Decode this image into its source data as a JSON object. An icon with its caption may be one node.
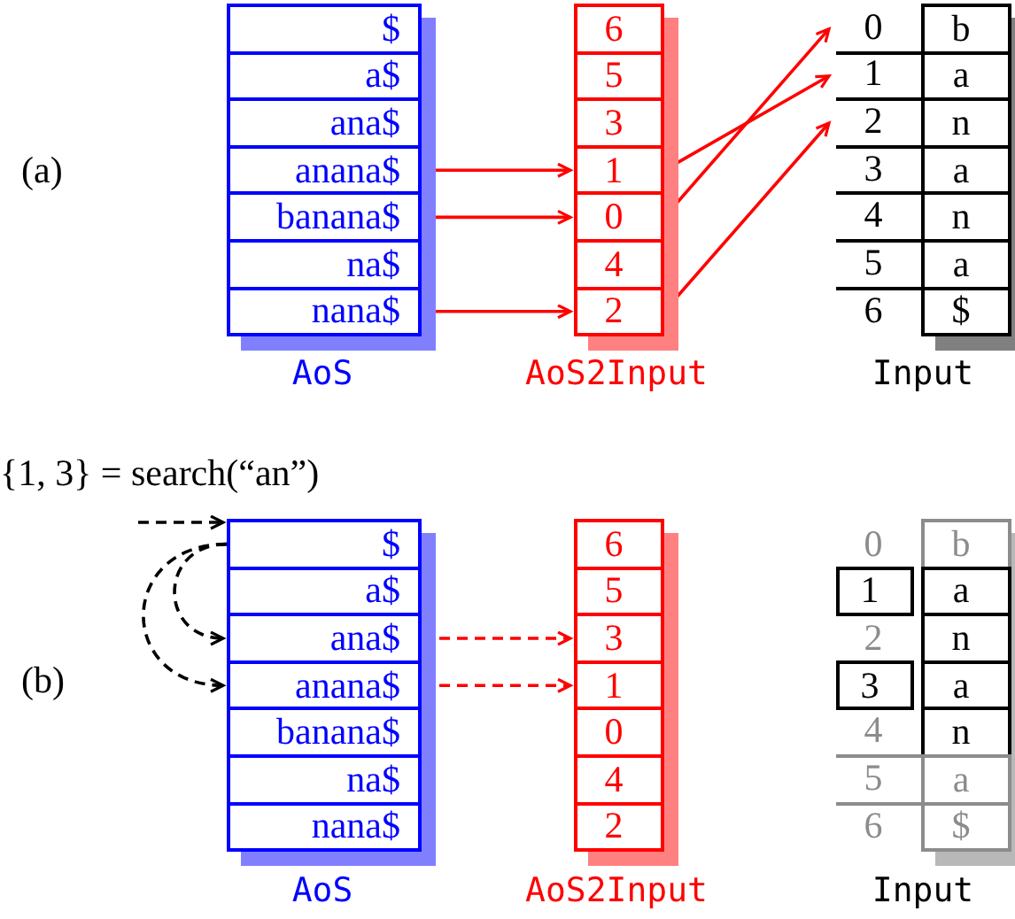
{
  "diagram": {
    "nodes": [
      {
        "text": [
          "$"
        ]
      },
      {
        "text": [
          "a$"
        ]
      },
      {
        "text": [
          "ana$"
        ]
      },
      {
        "text": [
          "anana$"
        ]
      },
      {
        "text": [
          "banana$"
        ]
      },
      {
        "text": [
          "na$"
        ]
      },
      {
        "text": [
          "nana$"
        ]
      },
      {
        "text": [
          "6"
        ]
      },
      {
        "text": [
          "5"
        ]
      },
      {
        "text": [
          "3"
        ]
      },
      {
        "text": [
          "1"
        ]
      },
      {
        "text": [
          "0"
        ]
      },
      {
        "text": [
          "4"
        ]
      },
      {
        "text": [
          "2"
        ]
      },
      {
        "text": [
          "0"
        ]
      },
      {
        "text": [
          "b"
        ]
      },
      {
        "text": [
          "1"
        ]
      },
      {
        "text": [
          "a"
        ]
      },
      {
        "text": [
          "2"
        ]
      },
      {
        "text": [
          "n"
        ]
      },
      {
        "text": [
          "3"
        ]
      },
      {
        "text": [
          "a"
        ]
      },
      {
        "text": [
          "4"
        ]
      },
      {
        "text": [
          "n"
        ]
      },
      {
        "text": [
          "5"
        ]
      },
      {
        "text": [
          "a"
        ]
      },
      {
        "text": [
          "6"
        ]
      },
      {
        "text": [
          "$"
        ]
      },
      {
        "text": [
          "$"
        ]
      },
      {
        "text": [
          "a$"
        ]
      },
      {
        "text": [
          "ana$"
        ]
      },
      {
        "text": [
          "anana$"
        ]
      },
      {
        "text": [
          "banana$"
        ]
      },
      {
        "text": [
          "na$"
        ]
      },
      {
        "text": [
          "nana$"
        ]
      },
      {
        "text": [
          "6"
        ]
      },
      {
        "text": [
          "5"
        ]
      },
      {
        "text": [
          "3"
        ]
      },
      {
        "text": [
          "1"
        ]
      },
      {
        "text": [
          "0"
        ]
      },
      {
        "text": [
          "4"
        ]
      },
      {
        "text": [
          "2"
        ]
      },
      {
        "text": [
          "0"
        ]
      },
      {
        "text": [
          "b"
        ]
      },
      {
        "text": [
          "1"
        ]
      },
      {
        "text": [
          "a"
        ]
      },
      {
        "text": [
          "2"
        ]
      },
      {
        "text": [
          "n"
        ]
      },
      {
        "text": [
          "3"
        ]
      },
      {
        "text": [
          "a"
        ]
      },
      {
        "text": [
          "4"
        ]
      },
      {
        "text": [
          "n"
        ]
      },
      {
        "text": [
          "5"
        ]
      },
      {
        "text": [
          "a"
        ]
      },
      {
        "text": [
          "6"
        ]
      },
      {
        "text": [
          "$"
        ]
      }
    ],
    "edges": [
      {
        "from": 3,
        "to": 10,
        "arrow": "to"
      },
      {
        "from": 4,
        "to": 11,
        "arrow": "to"
      },
      {
        "from": 6,
        "to": 13,
        "arrow": "to"
      },
      {
        "from": 10,
        "to": 16,
        "arrow": "to"
      },
      {
        "from": 11,
        "to": 14,
        "arrow": "to"
      },
      {
        "from": 13,
        "to": 18,
        "arrow": "to"
      },
      {
        "from": null,
        "to": 28,
        "arrow": "to",
        "style": "dashed",
        "color": "#000000"
      },
      {
        "from": 28,
        "to": 30,
        "arrow": "to",
        "style": "dashed",
        "color": "#000000"
      },
      {
        "from": 28,
        "to": 31,
        "arrow": "to",
        "style": "dashed",
        "color": "#000000"
      },
      {
        "from": 30,
        "to": 37,
        "arrow": "to",
        "style": "dashed"
      },
      {
        "from": 31,
        "to": 38,
        "arrow": "to",
        "style": "dashed"
      }
    ],
    "labels": [
      "(a)",
      "AoS",
      "AoS2Input",
      "Input",
      "{1, 3} = search(“an”)",
      "(b)",
      "AoS",
      "AoS2Input",
      "Input"
    ]
  }
}
